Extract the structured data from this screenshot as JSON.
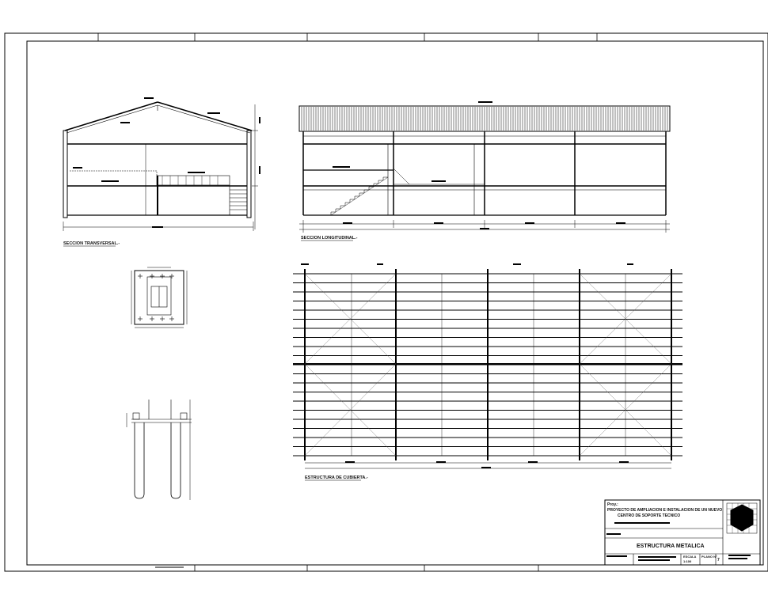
{
  "sheet": {
    "labels": {
      "transverse_section": "SECCION TRANSVERSAL.-",
      "longitudinal_section": "SECCION LONGITUDINAL.-",
      "roof_structure": "ESTRUCTURA DE CUBIERTA.-"
    }
  },
  "title_block": {
    "project_label": "Proy.:",
    "project_text_1": "PROYECTO DE AMPLIACION E INSTALACION DE UN NUEVO",
    "project_text_2": "CENTRO DE SOPORTE TECNICO",
    "drawing_title": "ESTRUCTURA METALICA",
    "scale_label": "ESCALA",
    "scale_value": "1:100",
    "sheet_label": "PLANO N°",
    "sheet_value": "7"
  }
}
